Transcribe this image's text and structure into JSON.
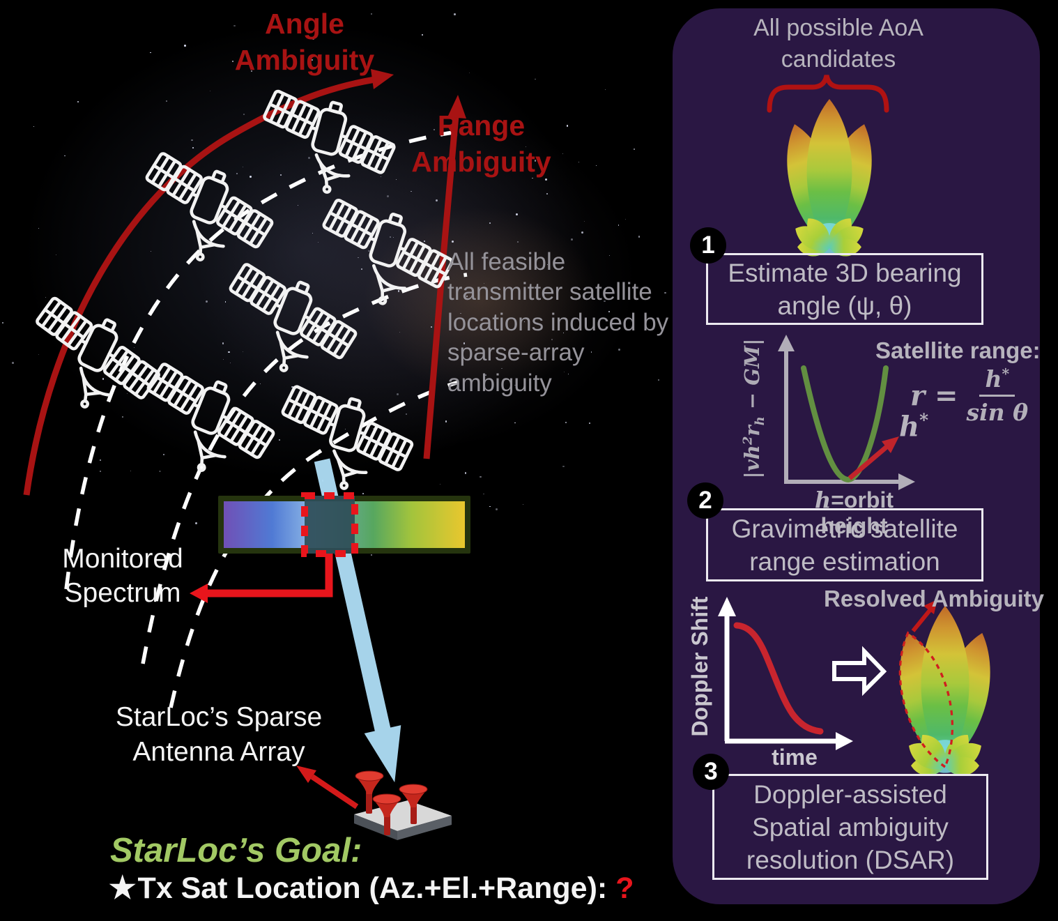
{
  "colors": {
    "background": "#000000",
    "panel": "#2a1743",
    "dark_red": "#a81313",
    "bright_red": "#e8151c",
    "crimson": "#c1242b",
    "goal_green": "#a2c964",
    "beam_blue": "#abdaf2",
    "text_gray": "#bfbcc5",
    "note_gray": "#95939a",
    "curve_green": "#628f41",
    "white": "#f4f4f4"
  },
  "icons": {
    "satellite": "satellite-icon",
    "horn_antenna": "horn-antenna-icon",
    "block_arrow": "block-arrow-icon",
    "overbrace": "aoa-overbrace",
    "beam_pattern": "beam-pattern-lobes"
  },
  "scene": {
    "angle_ambiguity": {
      "line1": "Angle",
      "line2": "Ambiguity"
    },
    "range_ambiguity": {
      "line1": "Range",
      "line2": "Ambiguity"
    },
    "feasible_note": "All feasible transmitter satellite locations induced by sparse-array ambiguity",
    "monitored_spectrum": {
      "line1": "Monitored",
      "line2": "Spectrum"
    },
    "antenna_array_label": {
      "line1": "StarLoc’s Sparse",
      "line2": "Antenna Array"
    },
    "goal": {
      "title": "StarLoc’s Goal:",
      "star": "★",
      "text": "Tx Sat Location (Az.+El.+Range):",
      "unknown": "?"
    }
  },
  "panel": {
    "aoa_caption": {
      "line1": "All possible AoA",
      "line2": "candidates"
    },
    "steps": [
      {
        "number": "1",
        "lines": [
          "Estimate 3D bearing",
          "angle (ψ, θ)"
        ]
      },
      {
        "number": "2",
        "lines": [
          "Gravimetric satellite",
          "range estimation"
        ]
      },
      {
        "number": "3",
        "lines": [
          "Doppler-assisted",
          "Spatial ambiguity",
          "resolution (DSAR)"
        ]
      }
    ],
    "gravimetric_plot": {
      "ylabel": {
        "open": "|vh",
        "sup": "2",
        "mid": "r",
        "sub": "h",
        "close": " − GM|"
      },
      "xlabel": {
        "lead": "h",
        "rest": "=orbit height"
      },
      "optimum": {
        "base": "h",
        "sup": "*"
      },
      "range_caption": "Satellite range:",
      "formula": {
        "lhs": "r =",
        "num_base": "h",
        "num_sup": "*",
        "den": "sin θ"
      }
    },
    "doppler_plot": {
      "ylabel": "Doppler Shift",
      "xlabel": "time"
    },
    "resolved_caption": "Resolved Ambiguity"
  }
}
